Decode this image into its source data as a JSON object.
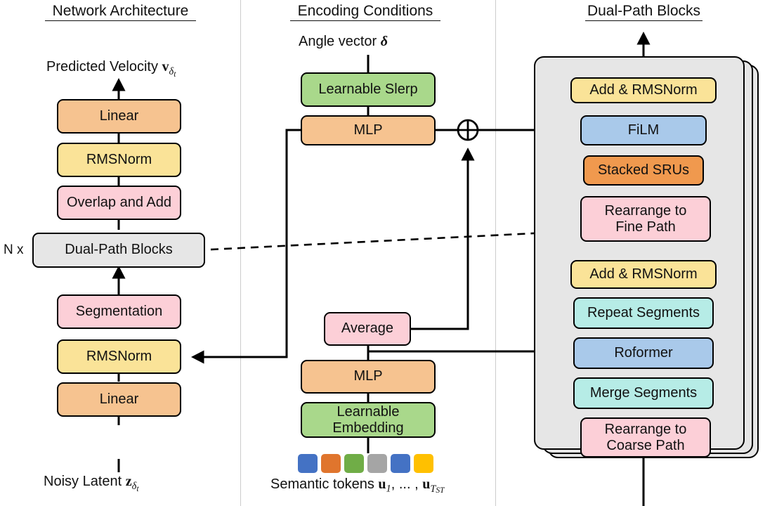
{
  "diagram": {
    "title": "Network Architecture / Encoding Conditions / Dual-Path Blocks",
    "columns": [
      {
        "id": "network-architecture",
        "title": "Network Architecture"
      },
      {
        "id": "encoding-conditions",
        "title": "Encoding Conditions"
      },
      {
        "id": "dual-path-blocks",
        "title": "Dual-Path Blocks"
      }
    ]
  },
  "network_architecture": {
    "title": "Network Architecture",
    "output_label": "Predicted Velocity",
    "output_symbol": "v",
    "output_symbol_sub": "δt",
    "input_label": "Noisy Latent",
    "input_symbol": "z",
    "input_symbol_sub": "δt",
    "repeat_label": "N x",
    "blocks": [
      {
        "label": "Linear",
        "color": "#f6c390"
      },
      {
        "label": "RMSNorm",
        "color": "#fae398"
      },
      {
        "label": "Overlap and Add",
        "color": "#fccfd7"
      },
      {
        "label": "Dual-Path Blocks",
        "color": "#e6e6e6"
      },
      {
        "label": "Segmentation",
        "color": "#fccfd7"
      },
      {
        "label": "RMSNorm",
        "color": "#fae398"
      },
      {
        "label": "Linear",
        "color": "#f6c390"
      }
    ]
  },
  "encoding_conditions": {
    "title": "Encoding Conditions",
    "angle_label": "Angle vector",
    "angle_symbol": "δ",
    "tokens_label": "Semantic tokens",
    "tokens_symbol_1": "u",
    "tokens_symbol_1_sub": "1",
    "tokens_symbol_ellipsis": ", ... ,",
    "tokens_symbol_n": "u",
    "tokens_symbol_n_sub": "TST",
    "sum_operator": "⊕",
    "blocks": [
      {
        "label": "Learnable Slerp",
        "color": "#a9d88b"
      },
      {
        "label": "MLP",
        "color": "#f6c390"
      },
      {
        "label": "Average",
        "color": "#fccfd7"
      },
      {
        "label": "MLP",
        "color": "#f6c390"
      },
      {
        "label": "Learnable Embedding",
        "color": "#a9d88b"
      }
    ],
    "token_colors": [
      "#4472c4",
      "#e0752d",
      "#70ad47",
      "#a5a5a5",
      "#4472c4",
      "#ffc000"
    ]
  },
  "dual_path_blocks": {
    "title": "Dual-Path Blocks",
    "blocks": [
      {
        "label": "Add & RMSNorm",
        "color": "#fae398"
      },
      {
        "label": "FiLM",
        "color": "#a9c9ea"
      },
      {
        "label": "Stacked SRUs",
        "color": "#f0994e"
      },
      {
        "label": "Rearrange to Fine Path",
        "line1": "Rearrange to",
        "line2": "Fine Path",
        "color": "#fccfd7"
      },
      {
        "label": "Add & RMSNorm",
        "color": "#fae398"
      },
      {
        "label": "Repeat Segments",
        "color": "#b6ece6"
      },
      {
        "label": "Roformer",
        "color": "#a9c9ea"
      },
      {
        "label": "Merge Segments",
        "color": "#b6ece6"
      },
      {
        "label": "Rearrange to Coarse Path",
        "line1": "Rearrange to",
        "line2": "Coarse Path",
        "color": "#fccfd7"
      }
    ]
  },
  "colors": {
    "orange": "#f6c390",
    "yellow": "#fae398",
    "pink": "#fccfd7",
    "gray": "#e6e6e6",
    "green": "#a9d88b",
    "blue": "#a9c9ea",
    "teal": "#b6ece6",
    "dark_orange": "#f0994e",
    "stroke": "#000000",
    "divider": "#cccccc"
  }
}
